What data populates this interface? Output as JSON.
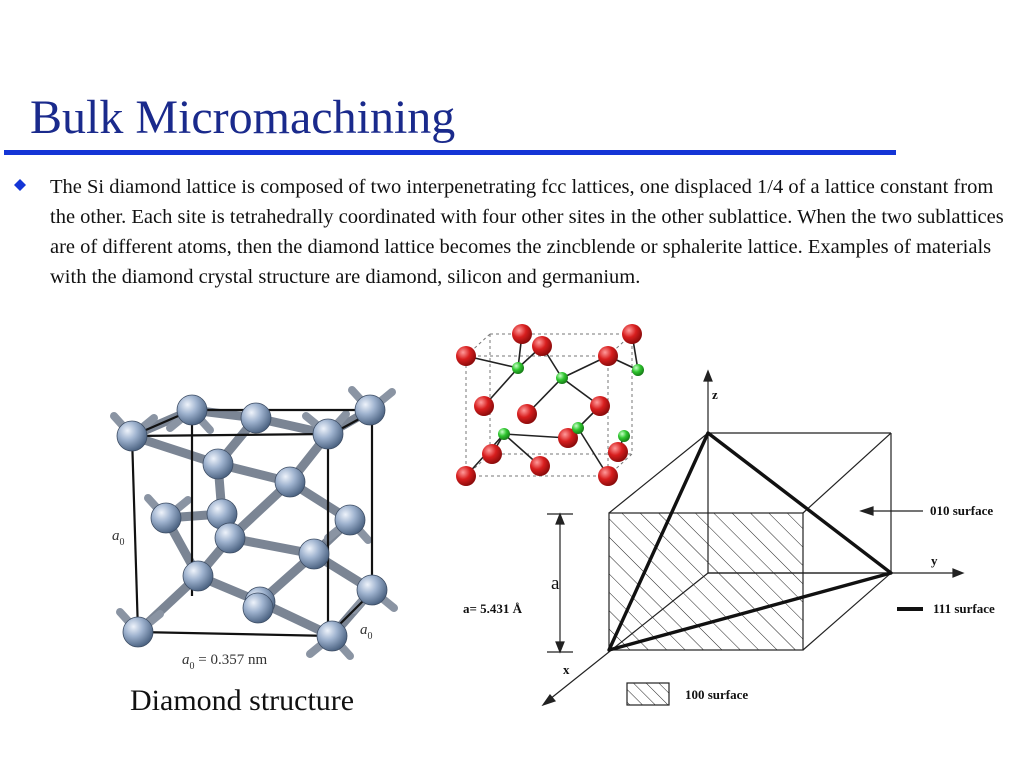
{
  "slide": {
    "title": "Bulk Micromachining",
    "bullet_icon": "diamond-bullet-icon",
    "bullet_text": "The Si diamond lattice is composed of two interpenetrating fcc lattices, one displaced 1/4 of a lattice constant from the other. Each site is tetrahedrally coordinated with four other sites in the other sublattice. When the two sublattices are of different atoms, then the diamond lattice becomes the zincblende or sphalerite lattice. Examples of materials with the diamond crystal structure are diamond, silicon and germanium.",
    "caption": "Diamond structure"
  },
  "diamond_figure": {
    "lattice_label": "a",
    "lattice_subscript": "0",
    "lattice_value": " = 0.357 nm"
  },
  "cube_figure": {
    "z_axis": "z",
    "y_axis": "y",
    "x_axis": "x",
    "edge_label": "a",
    "edge_value": "a= 5.431 Å",
    "surface_010": "010 surface",
    "surface_111": "111 surface",
    "surface_100": "100 surface"
  },
  "colors": {
    "title": "#1a2a8c",
    "rule": "#1435d6",
    "bullet": "#1435d6",
    "atom_red": "#d81e1e",
    "atom_green": "#2fc62f",
    "atom_si": "#8fa5c4"
  }
}
